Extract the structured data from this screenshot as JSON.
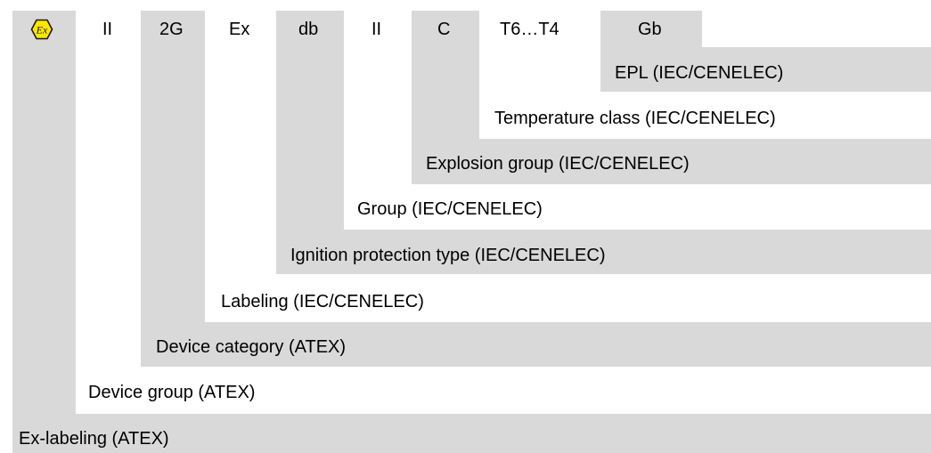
{
  "marking": {
    "ex_symbol": "Ex",
    "ex_symbol_color": "#ffe600",
    "codes": [
      "II",
      "2G",
      "Ex",
      "db",
      "II",
      "C",
      "T6…T4",
      "Gb"
    ]
  },
  "labels": {
    "epl": "EPL (IEC/CENELEC)",
    "temperature_class": "Temperature class (IEC/CENELEC)",
    "explosion_group": "Explosion group (IEC/CENELEC)",
    "group": "Group (IEC/CENELEC)",
    "ignition_protection_type": "Ignition protection type (IEC/CENELEC)",
    "labeling": "Labeling (IEC/CENELEC)",
    "device_category": "Device category (ATEX)",
    "device_group": "Device group (ATEX)",
    "ex_labeling": "Ex-labeling (ATEX)"
  },
  "colors": {
    "band_fill": "#d9d9d9",
    "background": "#ffffff",
    "text": "#000000"
  }
}
